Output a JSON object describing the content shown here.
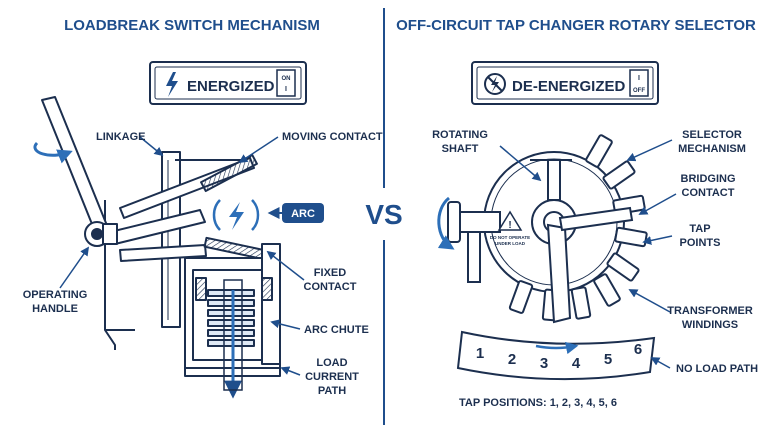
{
  "left": {
    "title": "LOADBREAK SWITCH MECHANISM",
    "status": {
      "label": "ENERGIZED",
      "switch_top": "ON",
      "switch_bottom": "I",
      "icon": "lightning-icon"
    },
    "labels": {
      "linkage": "LINKAGE",
      "moving_contact": "MOVING CONTACT",
      "arc": "ARC",
      "fixed_contact_1": "FIXED",
      "fixed_contact_2": "CONTACT",
      "operating_handle_1": "OPERATING",
      "operating_handle_2": "HANDLE",
      "arc_chute": "ARC CHUTE",
      "load_current_1": "LOAD",
      "load_current_2": "CURRENT",
      "load_current_3": "PATH"
    }
  },
  "vs": "VS",
  "right": {
    "title": "OFF-CIRCUIT TAP CHANGER ROTARY SELECTOR",
    "status": {
      "label": "DE-ENERGIZED",
      "switch_top": "I",
      "switch_bottom": "OFF",
      "icon": "no-power-icon"
    },
    "labels": {
      "rotating_shaft_1": "ROTATING",
      "rotating_shaft_2": "SHAFT",
      "selector_mechanism_1": "SELECTOR",
      "selector_mechanism_2": "MECHANISM",
      "bridging_contact_1": "BRIDGING",
      "bridging_contact_2": "CONTACT",
      "tap_points_1": "TAP",
      "tap_points_2": "POINTS",
      "transformer_windings_1": "TRANSFORMER",
      "transformer_windings_2": "WINDINGS",
      "no_load_path": "NO LOAD PATH",
      "warning_1": "DO NOT OPERATE",
      "warning_2": "UNDER LOAD"
    },
    "dial_numbers": [
      "1",
      "2",
      "3",
      "4",
      "5",
      "6"
    ],
    "tap_positions": "TAP POSITIONS: 1, 2, 3, 4, 5, 6"
  },
  "colors": {
    "navy": "#1c2f4f",
    "blue": "#1f4e8c",
    "light_blue": "#dfe9f5",
    "accent": "#2d6fb8"
  }
}
